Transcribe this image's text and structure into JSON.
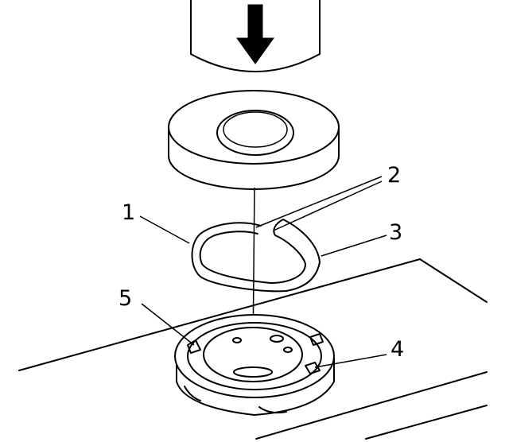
{
  "callouts": [
    {
      "id": "1",
      "label": "1"
    },
    {
      "id": "2",
      "label": "2"
    },
    {
      "id": "3",
      "label": "3"
    },
    {
      "id": "4",
      "label": "4"
    },
    {
      "id": "5",
      "label": "5"
    }
  ],
  "colors": {
    "ink": "#000000",
    "paper": "#ffffff"
  },
  "icons": {
    "arrow": "down-arrow-icon"
  }
}
